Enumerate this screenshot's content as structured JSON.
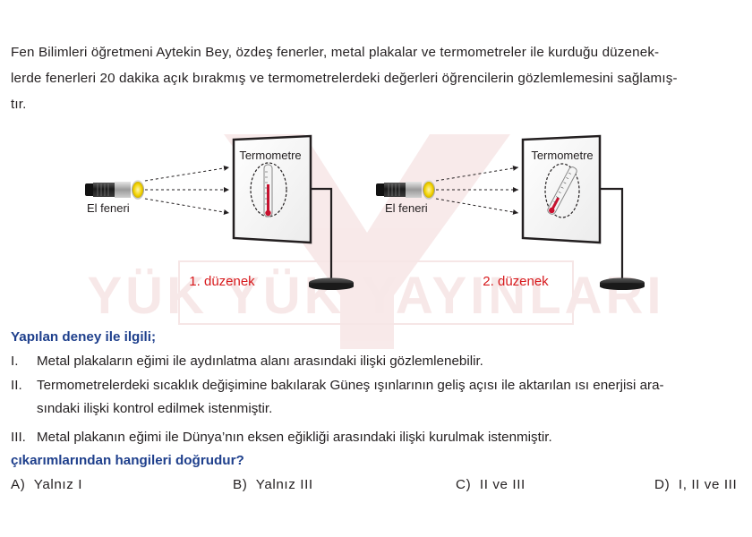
{
  "intro": {
    "line1": "Fen Bilimleri öğretmeni Aytekin Bey, özdeş fenerler, metal plakalar ve termometreler ile kurduğu düzenek-",
    "line2": "lerde fenerleri 20 dakika açık bırakmış ve termometrelerdeki değerleri öğrencilerin gözlemlemesini sağlamış-",
    "line3": "tır."
  },
  "figure": {
    "setup1": {
      "thermometer_label": "Termometre",
      "flashlight_label": "El feneri",
      "caption": "1. düzenek"
    },
    "setup2": {
      "thermometer_label": "Termometre",
      "flashlight_label": "El feneri",
      "caption": "2. düzenek"
    },
    "watermark": "YÜK YÜK YAYINLARI",
    "colors": {
      "caption": "#d7191c",
      "heading": "#1e3f8c",
      "mercury": "#c8102e",
      "watermark": "#f3d8d8"
    }
  },
  "question": {
    "heading": "Yapılan deney ile ilgili;",
    "items": [
      {
        "num": "I.",
        "line1": "Metal plakaların eğimi ile aydınlatma alanı arasındaki ilişki gözlemlenebilir."
      },
      {
        "num": "II.",
        "line1": "Termometrelerdeki sıcaklık değişimine bakılarak Güneş ışınlarının geliş açısı ile aktarılan ısı enerjisi ara-",
        "line2": "sındaki ilişki kontrol edilmek istenmiştir."
      },
      {
        "num": "III.",
        "line1": "Metal plakanın eğimi ile Dünya’nın eksen eğikliği arasındaki ilişki kurulmak istenmiştir."
      }
    ],
    "prompt": "çıkarımlarından hangileri doğrudur?",
    "options": [
      {
        "letter": "A)",
        "text": "Yalnız I"
      },
      {
        "letter": "B)",
        "text": "Yalnız III"
      },
      {
        "letter": "C)",
        "text": "II ve III"
      },
      {
        "letter": "D)",
        "text": "I, II ve III"
      }
    ]
  }
}
